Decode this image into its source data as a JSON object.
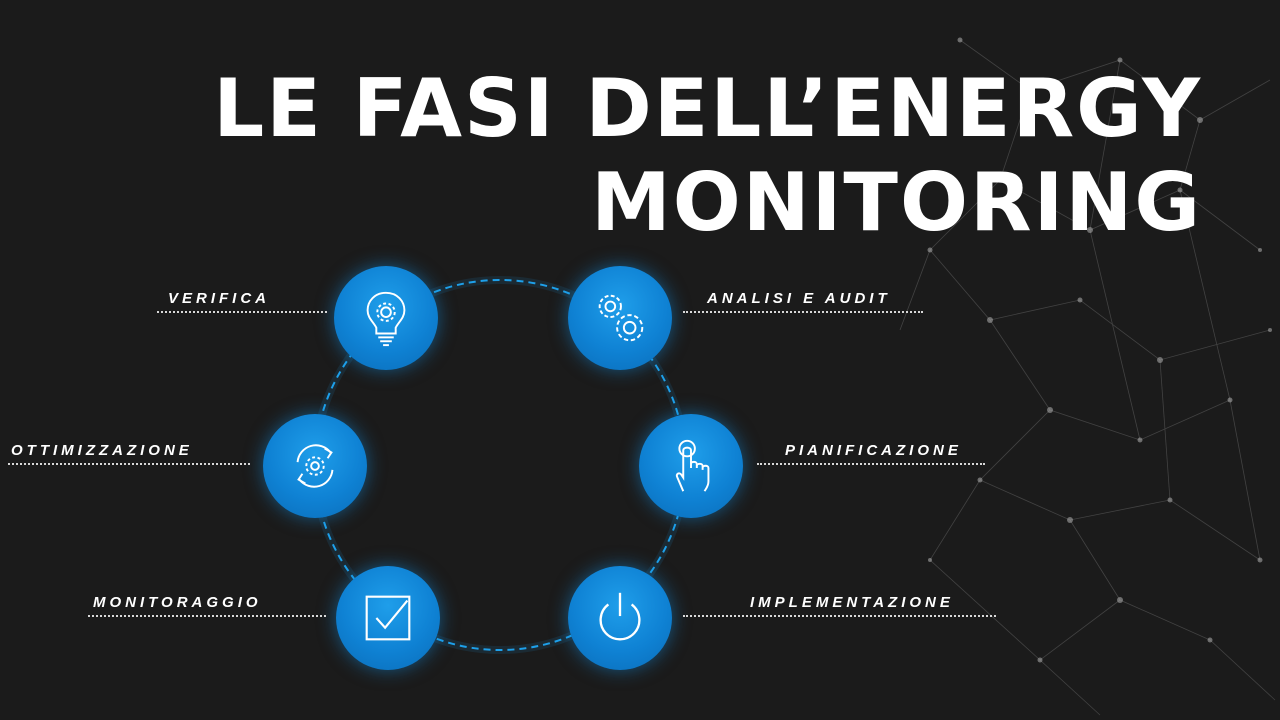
{
  "title": {
    "line1": "LE FASI DELL’ENERGY",
    "line2": "MONITORING"
  },
  "colors": {
    "background": "#1b1b1b",
    "node": "#0f82d4",
    "ring": "#1ea0ea",
    "text": "#ffffff"
  },
  "steps": [
    {
      "label": "VERIFICA",
      "icon": "lightbulb-gear-icon"
    },
    {
      "label": "ANALISI E AUDIT",
      "icon": "gears-icon"
    },
    {
      "label": "PIANIFICAZIONE",
      "icon": "hand-pointer-icon"
    },
    {
      "label": "IMPLEMENTAZIONE",
      "icon": "power-icon"
    },
    {
      "label": "MONITORAGGIO",
      "icon": "checkbox-icon"
    },
    {
      "label": "OTTIMIZZAZIONE",
      "icon": "cycle-gear-icon"
    }
  ]
}
